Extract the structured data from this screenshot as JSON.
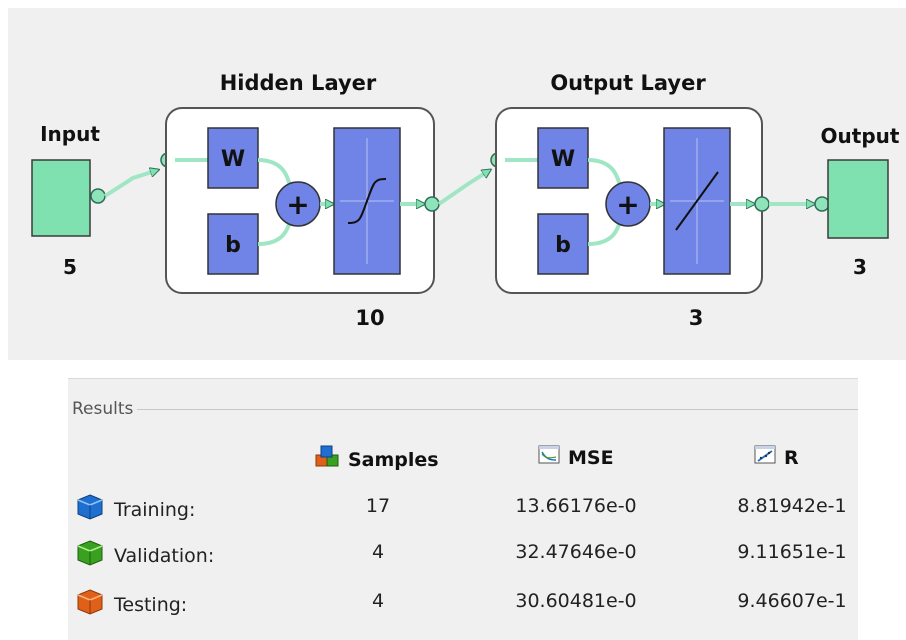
{
  "diagram": {
    "input_label": "Input",
    "input_size": "5",
    "hidden_layer_title": "Hidden Layer",
    "hidden_size": "10",
    "output_layer_title": "Output Layer",
    "output_size": "3",
    "output_label": "Output",
    "output_count": "3",
    "weight_label": "W",
    "bias_label": "b",
    "sum_symbol": "+"
  },
  "results": {
    "title": "Results",
    "columns": {
      "samples": "Samples",
      "mse": "MSE",
      "r": "R"
    },
    "rows": [
      {
        "label": "Training:",
        "samples": "17",
        "mse": "13.66176e-0",
        "r": "8.81942e-1",
        "icon_color": "#1f6fd1"
      },
      {
        "label": "Validation:",
        "samples": "4",
        "mse": "32.47646e-0",
        "r": "9.11651e-1",
        "icon_color": "#3aa020"
      },
      {
        "label": "Testing:",
        "samples": "4",
        "mse": "30.60481e-0",
        "r": "9.46607e-1",
        "icon_color": "#e0601a"
      }
    ]
  },
  "colors": {
    "node_green": "#7fe0b0",
    "block_blue": "#6f84e6",
    "connector_green": "#9fe6c4",
    "panel_bg": "#f0f0f0"
  }
}
